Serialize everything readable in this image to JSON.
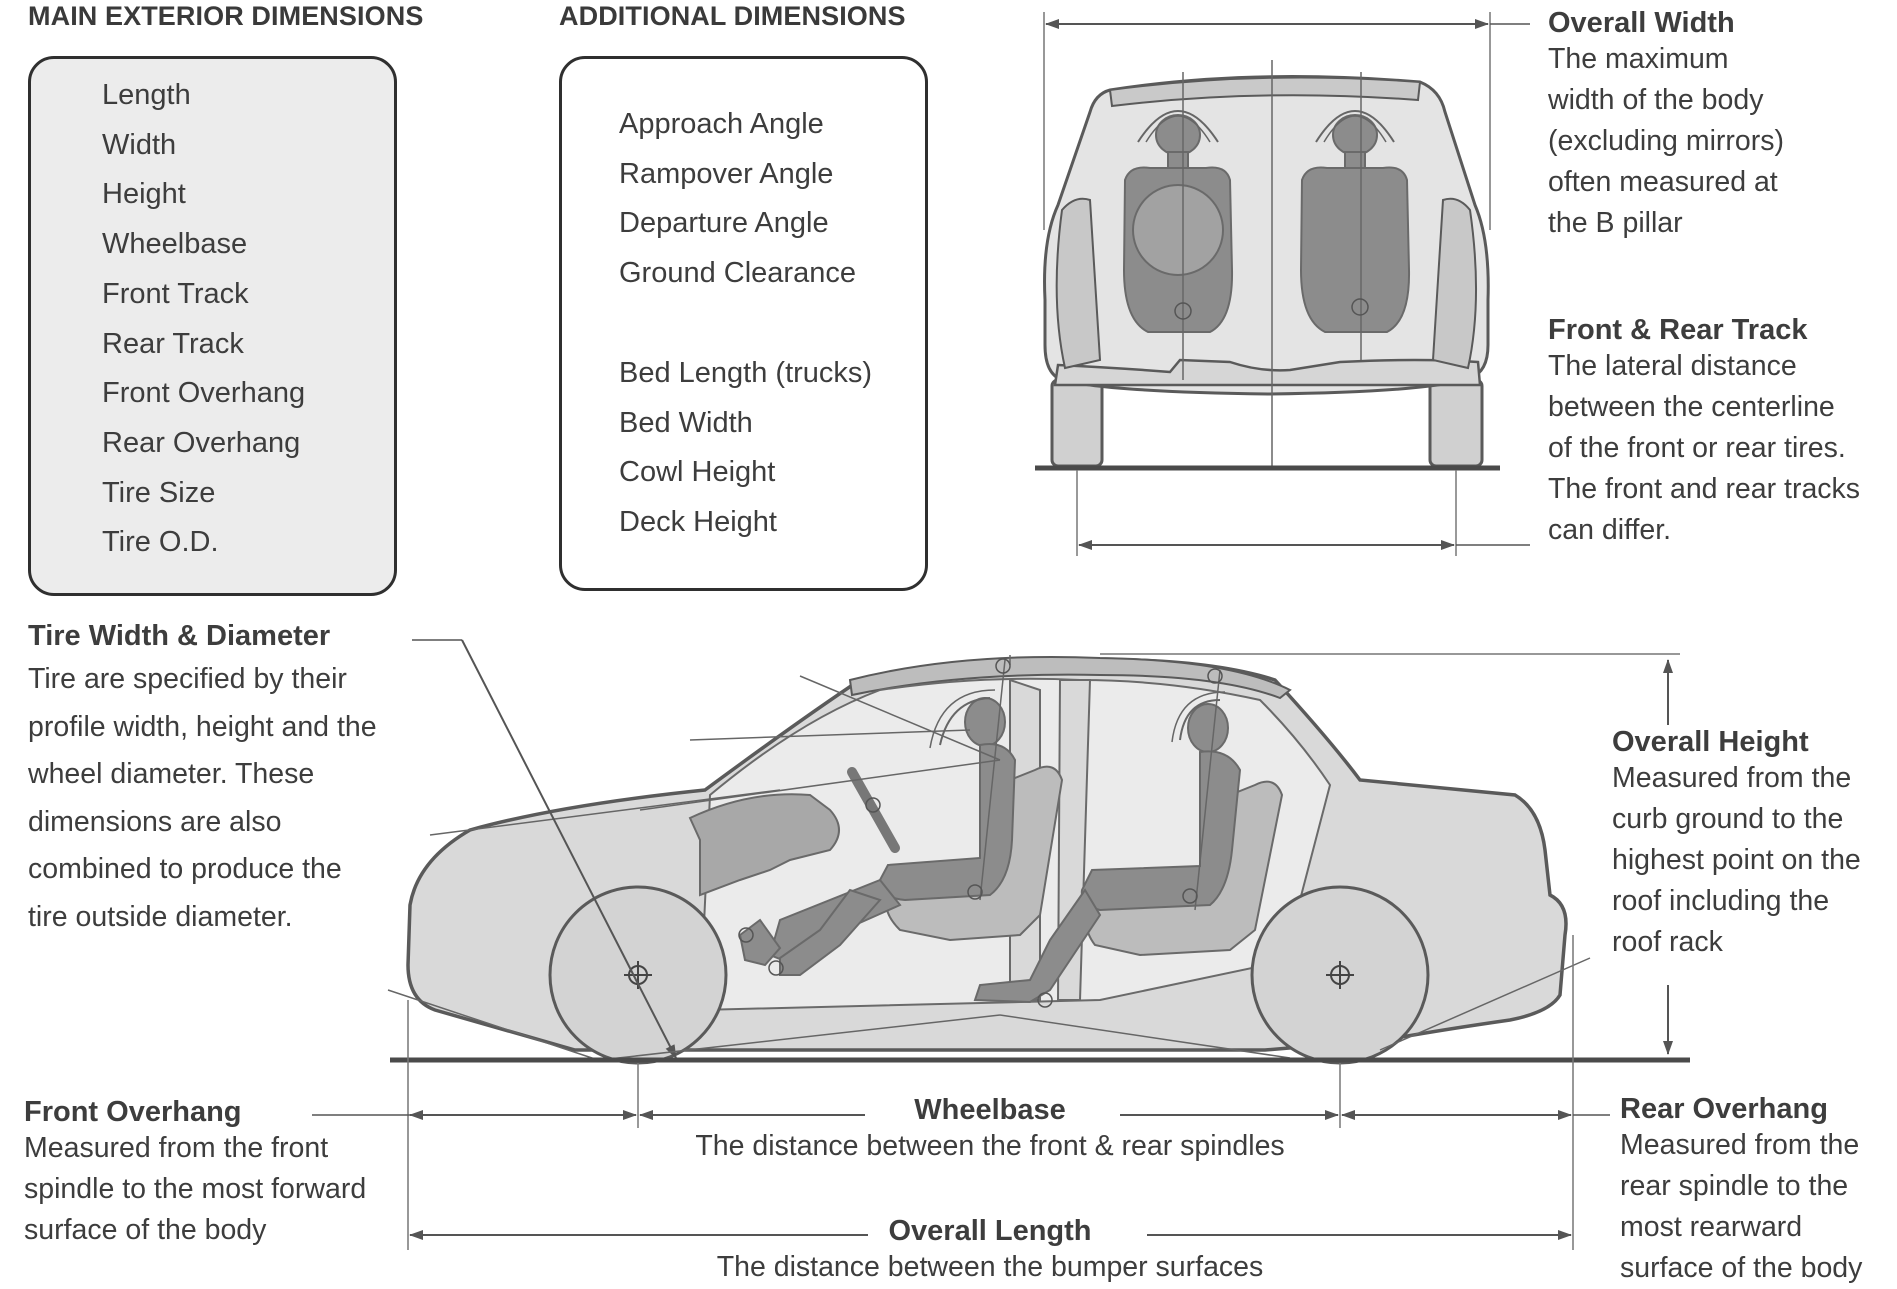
{
  "main_exterior": {
    "title": "MAIN EXTERIOR DIMENSIONS",
    "items": [
      "Length",
      "Width",
      "Height",
      "Wheelbase",
      "Front Track",
      "Rear Track",
      "Front Overhang",
      "Rear Overhang",
      "Tire Size",
      "Tire O.D."
    ]
  },
  "additional": {
    "title": "ADDITIONAL DIMENSIONS",
    "group1": [
      "Approach Angle",
      "Rampover Angle",
      "Departure Angle",
      "Ground Clearance"
    ],
    "group2": [
      "Bed Length (trucks)",
      "Bed Width",
      "Cowl Height",
      "Deck Height"
    ]
  },
  "callouts": {
    "overall_width": {
      "heading": "Overall Width",
      "text": "The maximum\nwidth of the body\n(excluding mirrors)\noften measured at\nthe B pillar"
    },
    "track": {
      "heading": "Front & Rear Track",
      "text": "The lateral distance\nbetween the centerline\nof the front or rear tires.\nThe front and rear tracks\ncan differ."
    },
    "tire": {
      "heading": "Tire Width & Diameter",
      "text": "Tire are specified by their\nprofile width, height and the\nwheel diameter. These\ndimensions are also\ncombined to produce the\ntire outside diameter."
    },
    "overall_height": {
      "heading": "Overall Height",
      "text": "Measured from the\ncurb ground to the\nhighest point on the\nroof including the\nroof rack"
    },
    "front_overhang": {
      "heading": "Front Overhang",
      "text": "Measured from the front\nspindle to the most forward\nsurface of the body"
    },
    "wheelbase": {
      "heading": "Wheelbase",
      "text": "The distance between the front & rear spindles"
    },
    "overall_length": {
      "heading": "Overall Length",
      "text": "The distance between the bumper surfaces"
    },
    "rear_overhang": {
      "heading": "Rear Overhang",
      "text": "Measured from the\nrear spindle to the\nmost rearward\nsurface of the body"
    }
  },
  "colors": {
    "outline": "#5a5a5a",
    "body_fill": "#d9d9d9",
    "interior_fill": "#e9e9e9",
    "person_fill": "#8c8c8c",
    "ground": "#4a4a4a"
  }
}
